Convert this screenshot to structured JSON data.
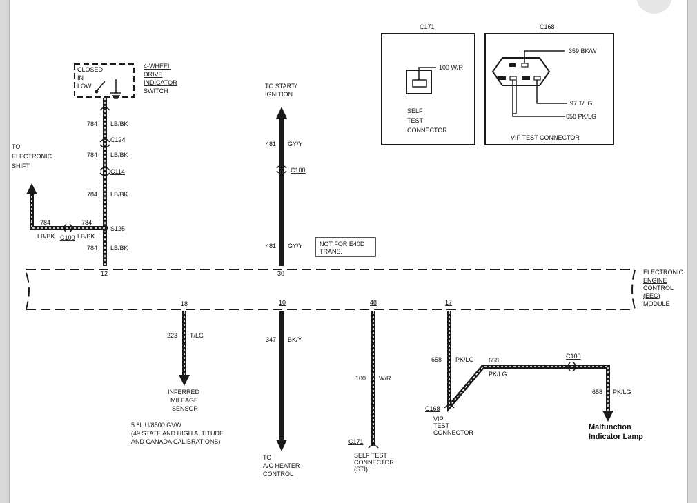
{
  "switch": {
    "state_lines": [
      "CLOSED",
      "IN",
      "LOW"
    ],
    "name_lines": [
      "4-WHEEL",
      "DRIVE",
      "INDICATOR",
      "SWITCH"
    ]
  },
  "left_wire": {
    "seg1": {
      "num": "784",
      "color": "LB/BK"
    },
    "c124": "C124",
    "seg2": {
      "num": "784",
      "color": "LB/BK"
    },
    "c114": "C114",
    "seg3": {
      "num": "784",
      "color": "LB/BK"
    },
    "splice": "S125",
    "seg4": {
      "num": "784",
      "color": "LB/BK"
    },
    "pin": "12"
  },
  "shift_branch": {
    "to_lines": [
      "TO",
      "ELECTRONIC",
      "SHIFT"
    ],
    "num_a": "784",
    "color_a": "LB/BK",
    "connector": "C100",
    "num_b": "784",
    "color_b": "LB/BK"
  },
  "ignition": {
    "to_lines": [
      "TO START/",
      "IGNITION"
    ],
    "seg1": {
      "num": "481",
      "color": "GY/Y"
    },
    "connector": "C100",
    "seg2": {
      "num": "481",
      "color": "GY/Y"
    },
    "note_lines": [
      "NOT FOR E40D",
      "TRANS."
    ],
    "pin": "30"
  },
  "c171": {
    "label": "C171",
    "wire": "100 W/R",
    "caption_lines": [
      "SELF",
      "TEST",
      "CONNECTOR"
    ]
  },
  "c168": {
    "label": "C168",
    "wire_top": "359 BK/W",
    "wire_mid": "97 T/LG",
    "wire_bot": "658 PK/LG",
    "caption": "VIP TEST CONNECTOR"
  },
  "eec": {
    "lines": [
      "ELECTRONIC",
      "ENGINE",
      "CONTROL",
      "(EEC)",
      "MODULE"
    ]
  },
  "bottom": {
    "pin18": "18",
    "w223": {
      "num": "223",
      "color": "T/LG"
    },
    "sensor_lines": [
      "INFERRED",
      "MILEAGE",
      "SENSOR"
    ],
    "note_lines": [
      "5.8L U/8500 GVW",
      "(49 STATE AND HIGH ALTITUDE",
      "AND CANADA CALIBRATIONS)"
    ],
    "pin10": "10",
    "w347": {
      "num": "347",
      "color": "BK/Y"
    },
    "ac_lines": [
      "TO",
      "A/C HEATER",
      "CONTROL"
    ],
    "pin48": "48",
    "w100": {
      "num": "100",
      "color": "W/R"
    },
    "sti_conn": "C171",
    "sti_lines": [
      "SELF TEST",
      "CONNECTOR",
      "(STI)"
    ],
    "pin17": "17",
    "w658a": {
      "num": "658",
      "color": "PK/LG"
    },
    "w658b": {
      "num": "658",
      "color": "PK/LG"
    },
    "c100": "C100",
    "w658c": {
      "num": "658",
      "color": "PK/LG"
    },
    "c168": "C168",
    "vip_lines": [
      "VIP",
      "TEST",
      "CONNECTOR"
    ],
    "mil_lines": [
      "Malfunction",
      "Indicator Lamp"
    ]
  }
}
